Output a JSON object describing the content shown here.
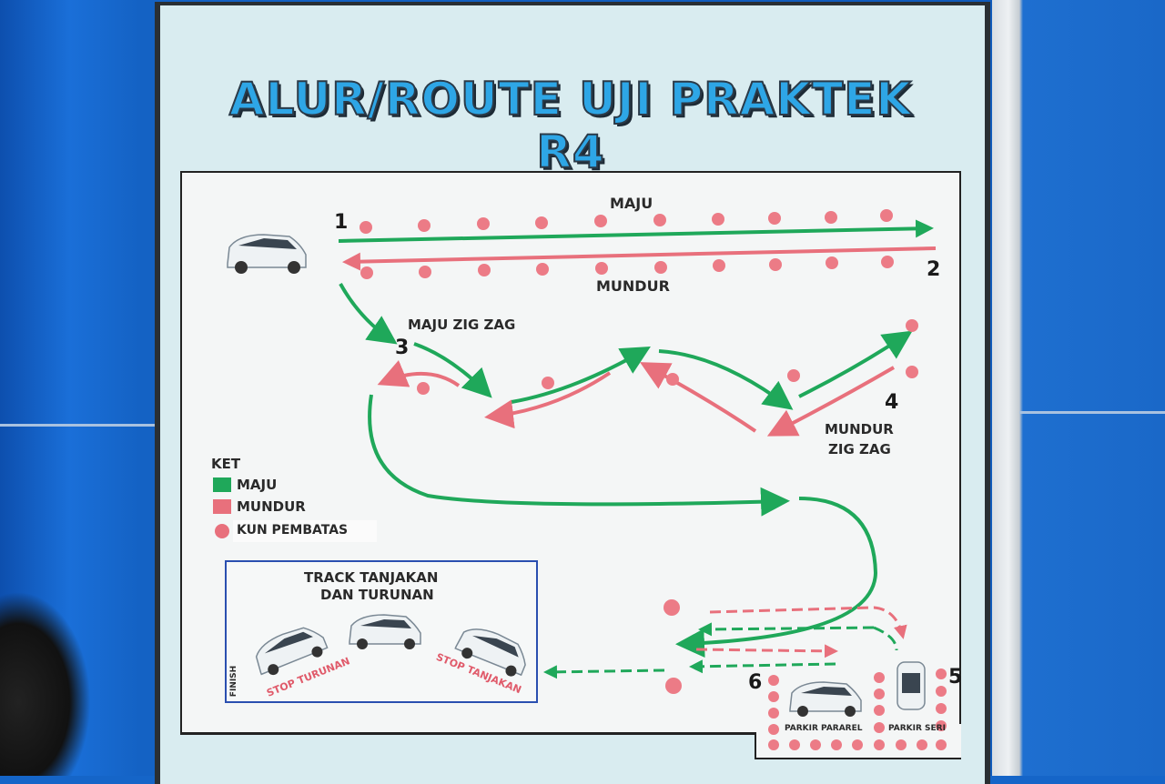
{
  "title": "ALUR/ROUTE UJI PRAKTEK R4",
  "labels": {
    "maju": "MAJU",
    "mundur": "MUNDUR",
    "maju_zigzag": "MAJU ZIG ZAG",
    "mundur_zigzag_1": "MUNDUR",
    "mundur_zigzag_2": "ZIG ZAG",
    "track_1": "TRACK TANJAKAN",
    "track_2": "DAN TURUNAN",
    "finish": "FINISH",
    "stop_turunan": "STOP TURUNAN",
    "stop_tanjakan": "STOP TANJAKAN",
    "parkir_pararel": "PARKIR PARAREL",
    "parkir_seri": "PARKIR SERI"
  },
  "numbers": [
    "1",
    "2",
    "3",
    "4",
    "5",
    "6"
  ],
  "legend": {
    "title": "KET",
    "items": [
      {
        "label": "MAJU",
        "color": "#1fa85a"
      },
      {
        "label": "MUNDUR",
        "color": "#e8707c"
      },
      {
        "label": "KUN PEMBATAS",
        "color": "#e8707c"
      }
    ]
  },
  "colors": {
    "forward": "#1fa85a",
    "reverse": "#e8707c",
    "cone": "#ec7b86",
    "title": "#2ea6e6",
    "track_border": "#2a4fb0"
  }
}
